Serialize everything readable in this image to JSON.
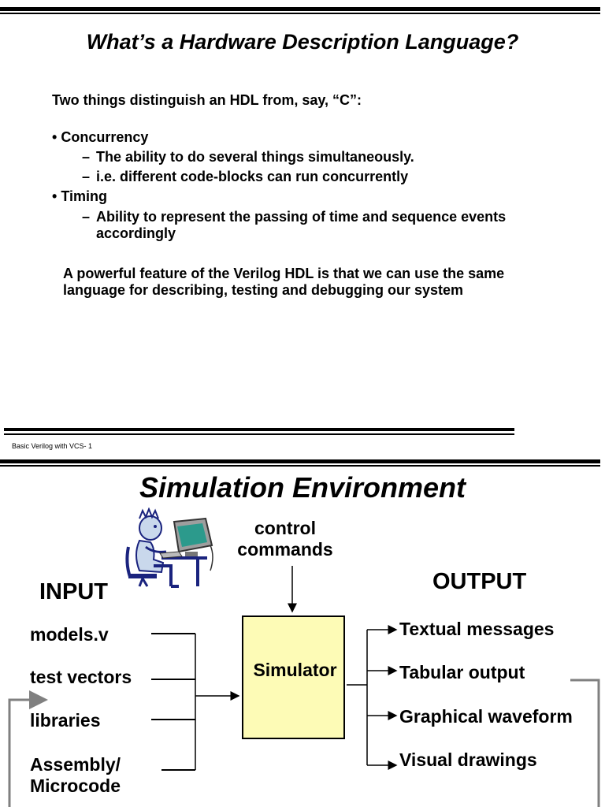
{
  "slide1": {
    "title": "What’s a Hardware Description Language?",
    "intro": "Two things distinguish an HDL from, say, “C”:",
    "bullets": [
      {
        "marker": "•",
        "label": "Concurrency",
        "subs": [
          {
            "dash": "–",
            "text": "The ability to do several things simultaneously."
          },
          {
            "dash": "–",
            "text": "i.e. different code-blocks can run concurrently"
          }
        ]
      },
      {
        "marker": "•",
        "label": "Timing",
        "subs": [
          {
            "dash": "–",
            "text": "Ability to represent the passing of  time and sequence events accordingly"
          }
        ]
      }
    ],
    "paragraph": "A powerful feature of the Verilog HDL is that we can use the same language for describing, testing and debugging our system",
    "footer": "Basic Verilog with VCS-  1"
  },
  "slide2": {
    "title": "Simulation Environment",
    "control_line1": "control",
    "control_line2": "commands",
    "input_header": "INPUT",
    "output_header": "OUTPUT",
    "inputs": [
      "models.v",
      "test vectors",
      "libraries",
      "Assembly/",
      "Microcode"
    ],
    "simulator_label": "Simulator",
    "outputs": [
      "Textual  messages",
      "Tabular output",
      "Graphical waveform",
      "Visual drawings"
    ],
    "colors": {
      "simulator_fill": "#fdfbb6",
      "clipart_monitor": "#2c9a8c",
      "clipart_person_outline": "#1a237e",
      "feedback_line": "#808080"
    },
    "clipart_icon": "person-at-computer-icon"
  }
}
